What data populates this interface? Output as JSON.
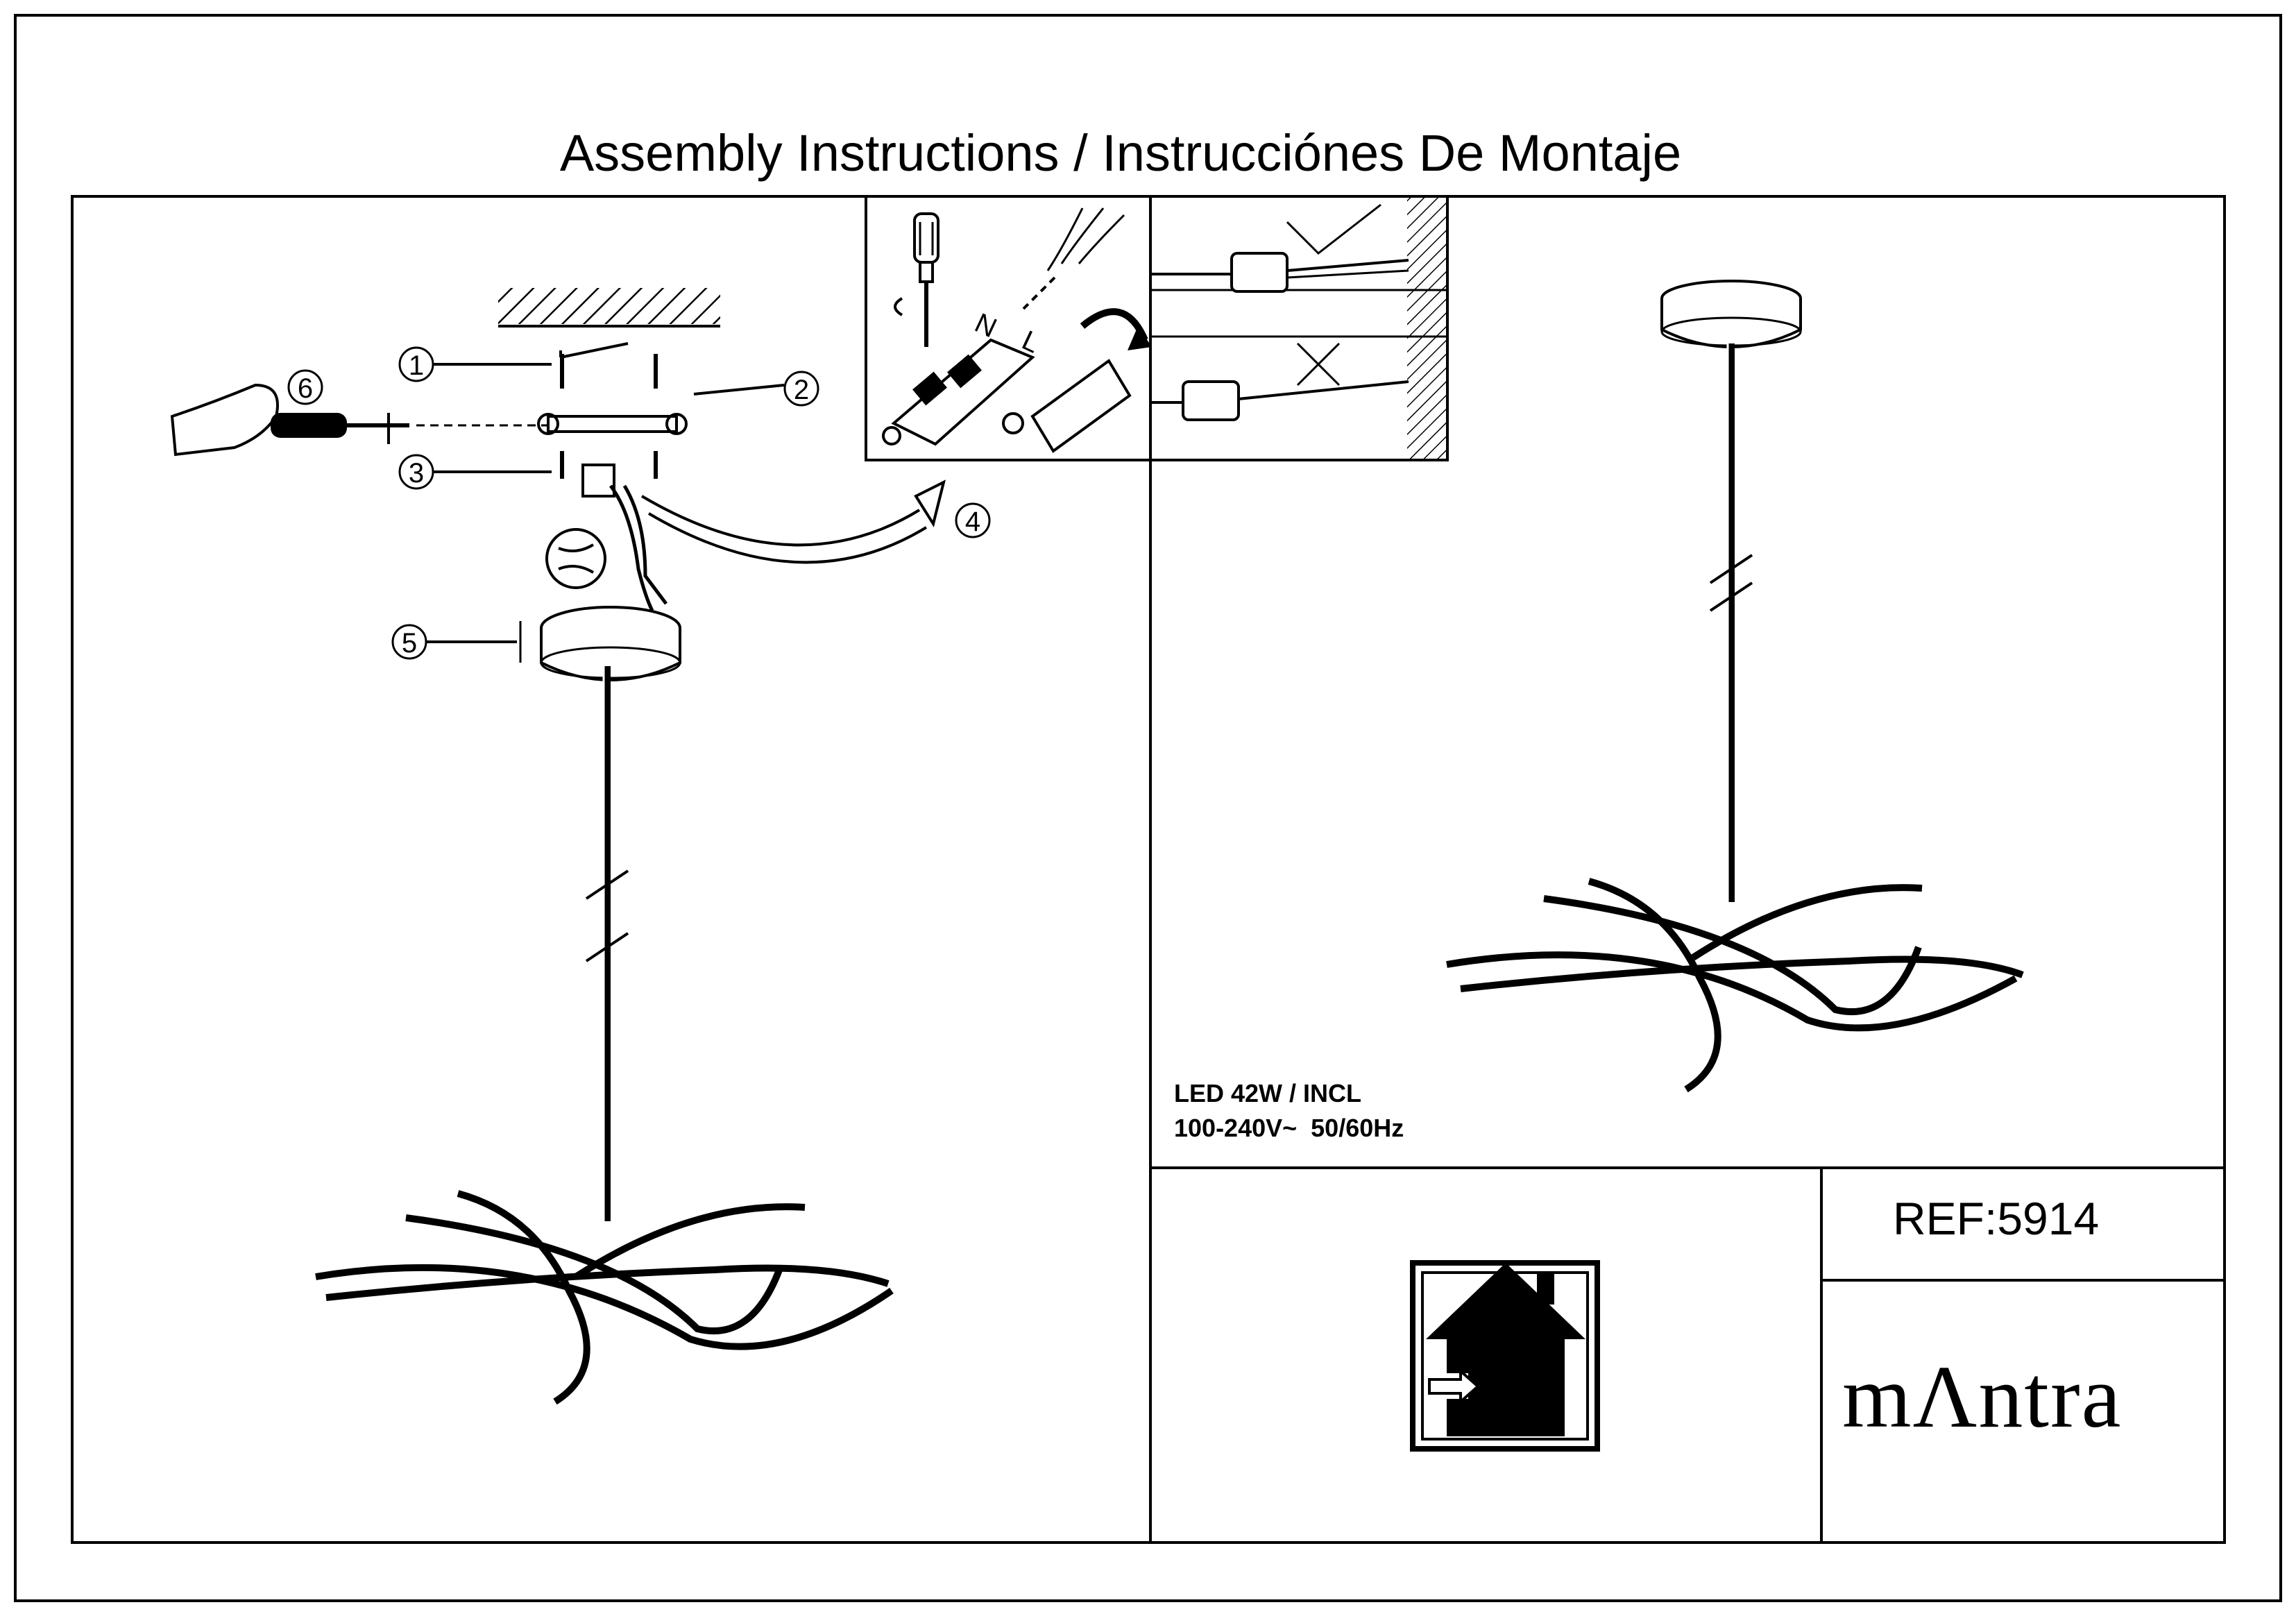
{
  "title": "Assembly Instructions / Instrucciónes De Montaje",
  "callouts": [
    "1",
    "2",
    "3",
    "4",
    "5",
    "6"
  ],
  "wiring": {
    "neutral": "N",
    "live": "L"
  },
  "specs": {
    "line1": "LED 42W / INCL",
    "line2": "100-240V~  50/60Hz"
  },
  "ref": "REF:5914",
  "brand": "mΛntra",
  "icons": [
    "indoor-use-icon",
    "screwdriver-icon",
    "check-mark-icon",
    "cross-mark-icon"
  ]
}
